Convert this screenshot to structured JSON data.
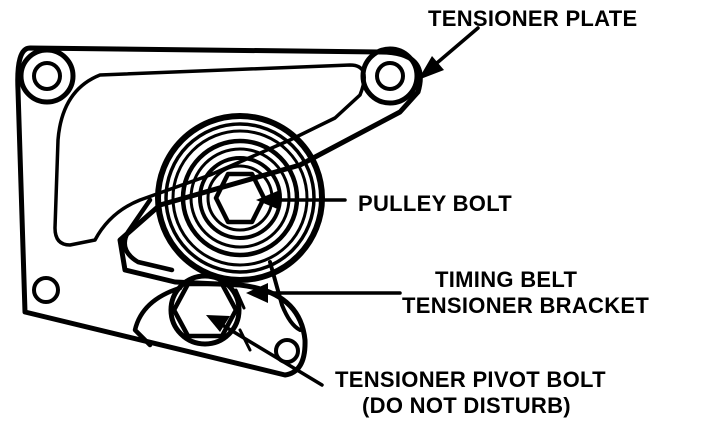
{
  "labels": {
    "tensioner_plate": "TENSIONER PLATE",
    "pulley_bolt": "PULLEY BOLT",
    "bracket_line1": "TIMING BELT",
    "bracket_line2": "TENSIONER BRACKET",
    "pivot_line1": "TENSIONER PIVOT BOLT",
    "pivot_line2": "(DO NOT DISTURB)"
  },
  "colors": {
    "ink": "#000000",
    "background": "#ffffff"
  }
}
